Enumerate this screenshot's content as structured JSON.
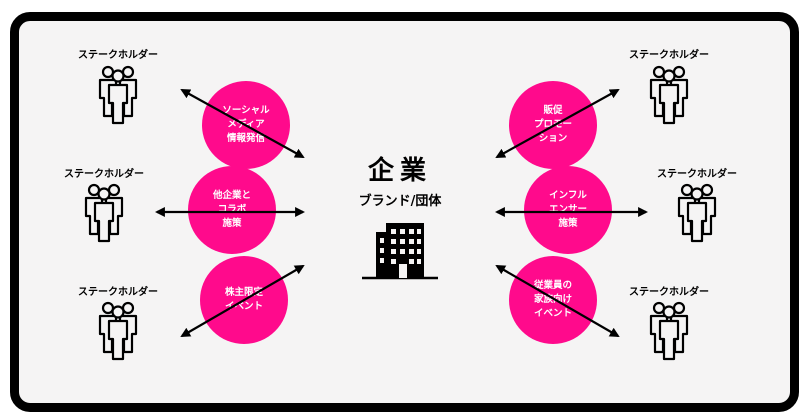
{
  "diagram": {
    "center": {
      "title": "企業",
      "subtitle": "ブランド/団体"
    },
    "stakeholder_label": "ステークホルダー",
    "stakeholders": [
      {
        "label": "ステークホルダー"
      },
      {
        "label": "ステークホルダー"
      },
      {
        "label": "ステークホルダー"
      },
      {
        "label": "ステークホルダー"
      },
      {
        "label": "ステークホルダー"
      },
      {
        "label": "ステークホルダー"
      }
    ],
    "initiatives": [
      {
        "text": "ソーシャル\nメディア\n情報発信"
      },
      {
        "text": "他企業と\nコラボ\n施策"
      },
      {
        "text": "株主限定\nイベント"
      },
      {
        "text": "販促\nプロモー\nション"
      },
      {
        "text": "インフル\nエンサー\n施策"
      },
      {
        "text": "従業員の\n家族向け\nイベント"
      }
    ],
    "colors": {
      "accent": "#ff0a8c",
      "frame": "#000000",
      "background": "#f5f4f4"
    },
    "icons": {
      "stakeholder": "people-group-icon",
      "center": "office-building-icon"
    }
  }
}
